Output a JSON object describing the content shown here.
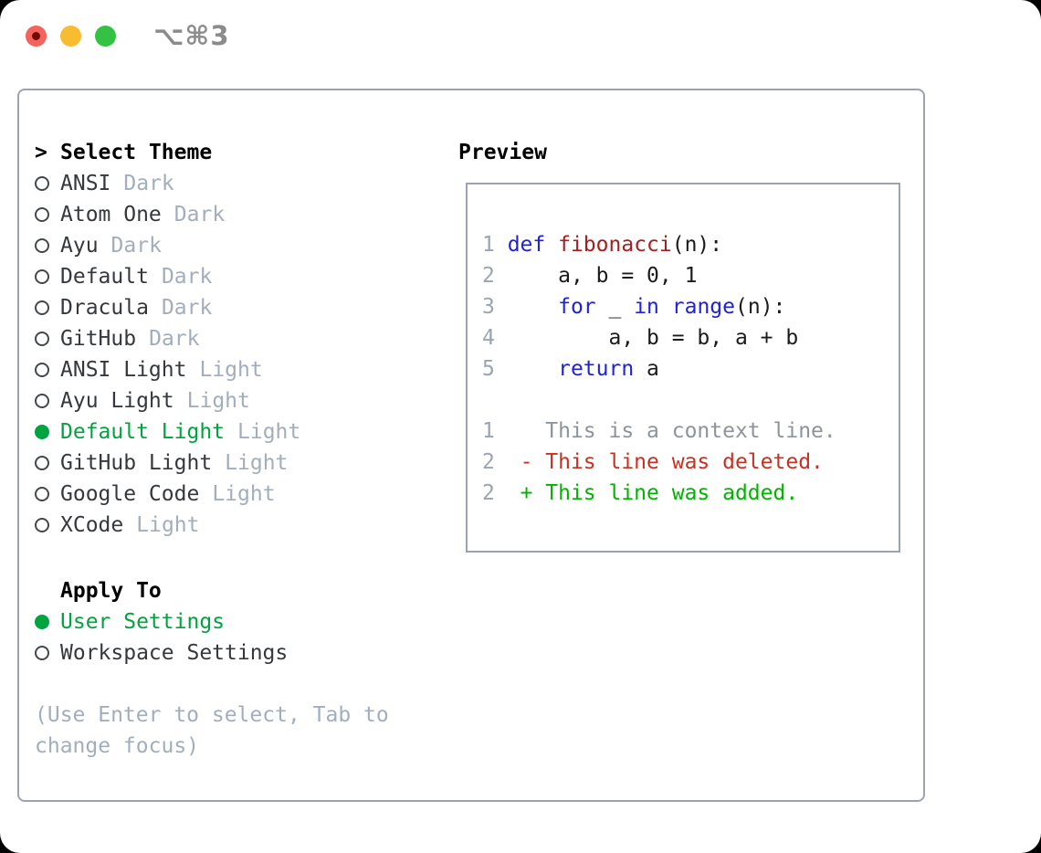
{
  "window": {
    "shortcut_label": "⌥⌘3",
    "traffic_lights": [
      "close",
      "minimize",
      "zoom"
    ]
  },
  "theme_picker": {
    "marker": ">",
    "title": "Select Theme",
    "items": [
      {
        "name": "ANSI",
        "variant": "Dark",
        "selected": false
      },
      {
        "name": "Atom One",
        "variant": "Dark",
        "selected": false
      },
      {
        "name": "Ayu",
        "variant": "Dark",
        "selected": false
      },
      {
        "name": "Default",
        "variant": "Dark",
        "selected": false
      },
      {
        "name": "Dracula",
        "variant": "Dark",
        "selected": false
      },
      {
        "name": "GitHub",
        "variant": "Dark",
        "selected": false
      },
      {
        "name": "ANSI Light",
        "variant": "Light",
        "selected": false
      },
      {
        "name": "Ayu Light",
        "variant": "Light",
        "selected": false
      },
      {
        "name": "Default Light",
        "variant": "Light",
        "selected": true
      },
      {
        "name": "GitHub Light",
        "variant": "Light",
        "selected": false
      },
      {
        "name": "Google Code",
        "variant": "Light",
        "selected": false
      },
      {
        "name": "XCode",
        "variant": "Light",
        "selected": false
      }
    ]
  },
  "apply_to": {
    "title": "Apply To",
    "options": [
      {
        "label": "User Settings",
        "selected": true
      },
      {
        "label": "Workspace Settings",
        "selected": false
      }
    ]
  },
  "hint": {
    "text": "(Use Enter to select, Tab to change focus)"
  },
  "preview": {
    "title": "Preview",
    "lines": [
      {
        "segs": [
          [
            "num",
            "1 "
          ],
          [
            "kw",
            "def"
          ],
          [
            "pl",
            " "
          ],
          [
            "fn",
            "fibonacci"
          ],
          [
            "pl",
            "(n):"
          ]
        ]
      },
      {
        "segs": [
          [
            "num",
            "2 "
          ],
          [
            "pl",
            "    a, b = 0, 1"
          ]
        ]
      },
      {
        "segs": [
          [
            "num",
            "3 "
          ],
          [
            "pl",
            "    "
          ],
          [
            "kw",
            "for"
          ],
          [
            "pl",
            " _ "
          ],
          [
            "kw",
            "in"
          ],
          [
            "pl",
            " "
          ],
          [
            "kw",
            "range"
          ],
          [
            "pl",
            "(n):"
          ]
        ]
      },
      {
        "segs": [
          [
            "num",
            "4 "
          ],
          [
            "pl",
            "        a, b = b, a + b"
          ]
        ]
      },
      {
        "segs": [
          [
            "num",
            "5 "
          ],
          [
            "pl",
            "    "
          ],
          [
            "kw",
            "return"
          ],
          [
            "pl",
            " a"
          ]
        ]
      },
      {
        "segs": []
      },
      {
        "segs": [
          [
            "num",
            "1"
          ],
          [
            "ctx",
            "    This is a context line."
          ]
        ]
      },
      {
        "segs": [
          [
            "num",
            "2"
          ],
          [
            "pl",
            "  "
          ],
          [
            "del",
            "- This line was deleted."
          ]
        ]
      },
      {
        "segs": [
          [
            "num",
            "2"
          ],
          [
            "pl",
            "  "
          ],
          [
            "add",
            "+ This line was added."
          ]
        ]
      }
    ]
  },
  "colors": {
    "selection_green": "#00a33e",
    "added_green": "#00b300",
    "deleted_red": "#c9301f",
    "keyword_blue": "#1f22d8",
    "function_red": "#a32020",
    "dim_text": "#a3aebc",
    "line_number_gray": "#9aa5b1",
    "panel_border": "#9aa4b0",
    "traffic_red": "#f4635c",
    "traffic_yellow": "#f7bc2f",
    "traffic_green": "#34c245"
  }
}
